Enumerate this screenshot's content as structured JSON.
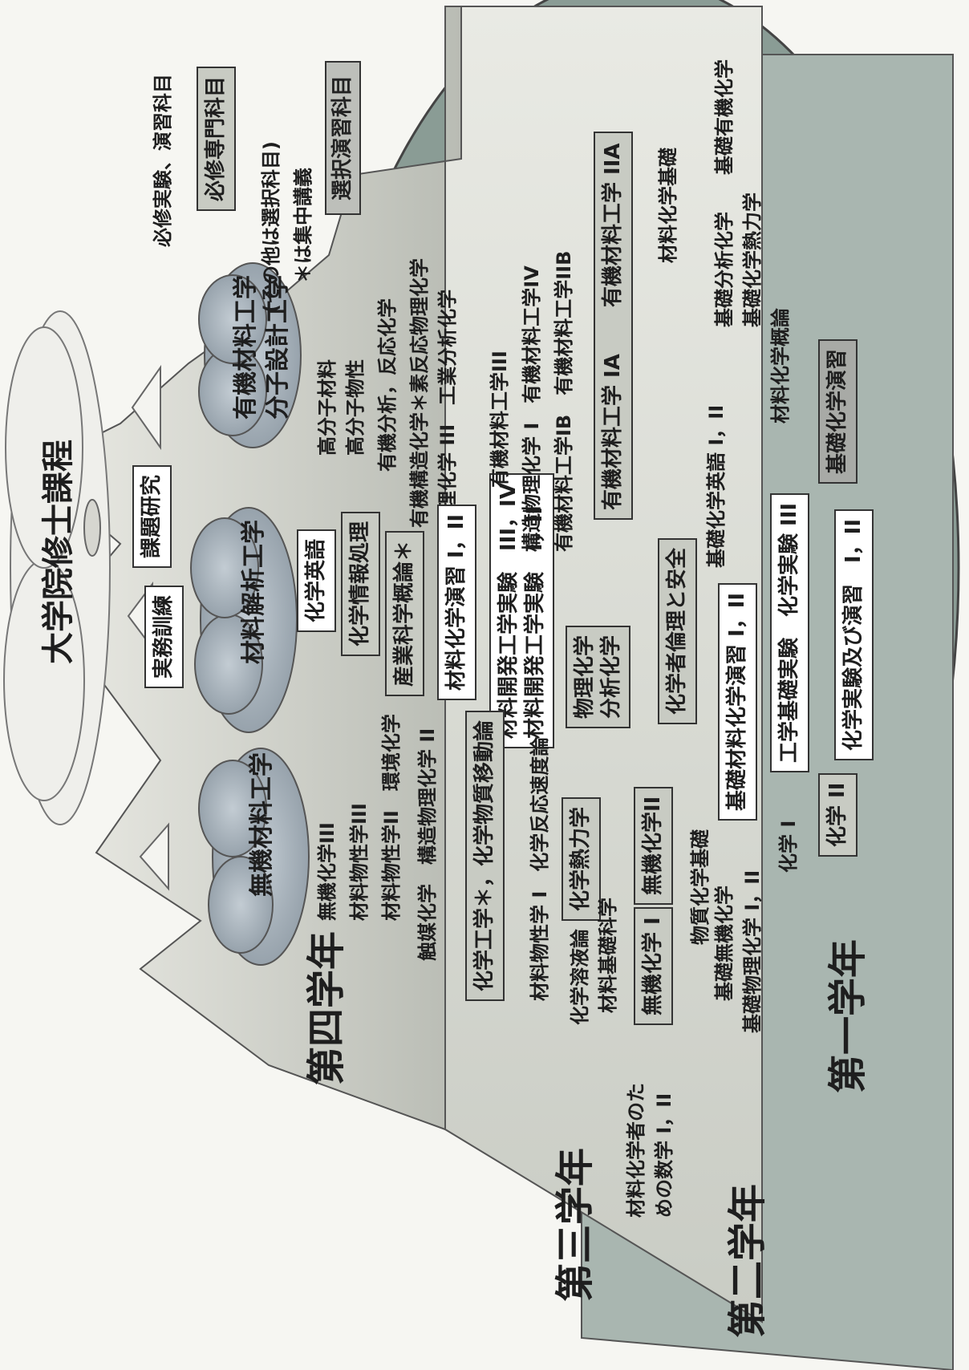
{
  "legend": {
    "required_experiments": "必修実験、演習科目",
    "required_specialized": "必修専門科目",
    "others_elective": "(その他は選択科目)",
    "intensive_note": "＊は集中講義",
    "elective_exercise": "選択演習科目"
  },
  "top": {
    "masters": "大学院修士課程",
    "research": "課題研究",
    "practical_training": "実務訓練"
  },
  "clouds": {
    "inorganic": "無機材料工学",
    "analysis": "材料解析工学",
    "organic_line1": "有機材料工学",
    "organic_line2": "分子設計工学"
  },
  "years": {
    "fourth": "第四学年",
    "third": "第三学年",
    "second": "第二学年",
    "first": "第一学年"
  },
  "inorganic_subjects": [
    "無機化学III",
    "材料物性学III",
    "材料物性学II　環境化学",
    "触媒化学　構造物理化学 II"
  ],
  "analysis_subjects": {
    "chem_topics": "化学英語",
    "chem_info": "化学情報処理",
    "industry_intro": "産業科学概論＊"
  },
  "organic_subjects": [
    "高分子材料",
    "高分子物性",
    "有機分析，反応化学",
    "有機構造化学＊素反応物理化学",
    "構造物理化学 III　工業分析化学"
  ],
  "third_year": {
    "exercise": "材料化学演習 I，II",
    "dev_exp_a": "材料開発工学実験　III，IV",
    "dev_exp_b": "材料開発工学実験　I，II",
    "phys_chem": "物理化学",
    "anal_chem": "分析化学",
    "chem_eng_box": "化学工学＊，化学物質移動論",
    "mat_prop1": "材料物性学 I　化学反応速度論",
    "thermo": "化学熱力学",
    "solution_a": "化学溶液論",
    "solution_b": "材料基礎科学",
    "inorg1": "無機化学 I",
    "inorg2": "無機化学II",
    "mat_basics": "物質化学基礎",
    "ethics": "化学者倫理と安全",
    "org_mat3": "有機材料工学III",
    "org_phys1": "構造物理化学 I　有機材料工学IV",
    "org_mat1b": "有機材料工学IB　有機材料工学IIB",
    "org_mat1a": "有機材料工学 IA",
    "org_mat2a": "有機材料工学 IIA",
    "mat_chem_basics": "材料化学基礎",
    "math_a": "材料化学者のた",
    "math_b": "めの数学 I，II"
  },
  "second_year": {
    "basic_exercise": "基礎材料化学演習 I，II",
    "eng_exp": "工学基礎実験　化学実験 III",
    "inorg_basic": "基礎無機化学",
    "phys_basic": "基礎物理化学 I，II",
    "basic_chem_topics": "基礎化学英語 I，II",
    "anal_basic": "基礎分析化学",
    "thermo_basic": "基礎化学熱力学",
    "org_basic": "基礎有機化学",
    "mat_intro": "材料化学概論",
    "chem1": "化学 I"
  },
  "first_year": {
    "chem2": "化学 II",
    "chem_exp": "化学実験及び演習　I，II",
    "basic_chem_ex": "基礎化学演習"
  }
}
